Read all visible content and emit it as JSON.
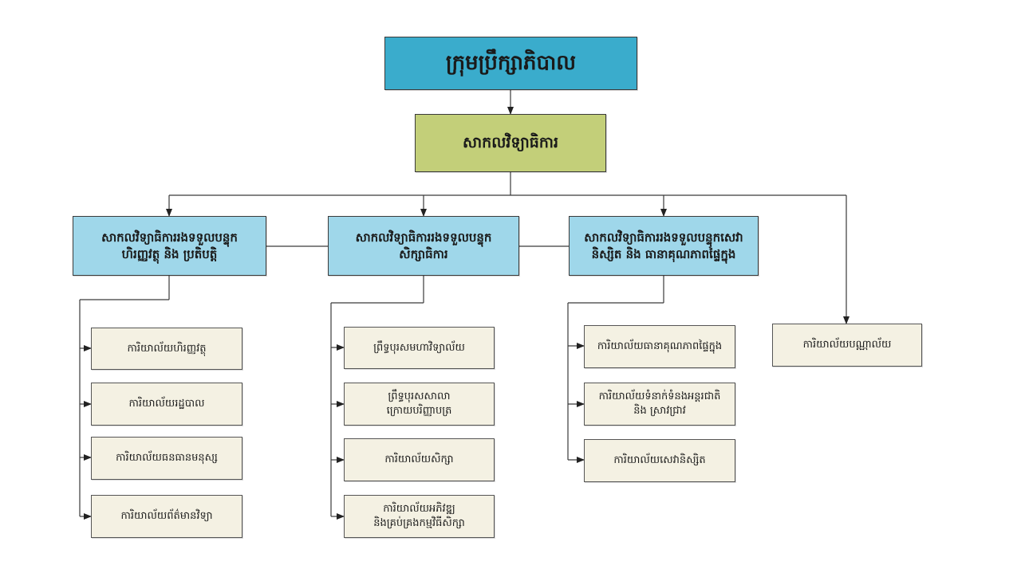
{
  "board": {
    "label": "ក្រុមប្រឹក្សាភិបាល"
  },
  "director": {
    "label": "សាកលវិទ្យាធិការ"
  },
  "deputies": [
    {
      "lines": [
        "សាកលវិទ្យាធិការរងទទួលបន្ទុក",
        "ហិរញ្ញវត្ថុ  និង ប្រតិបត្តិ"
      ],
      "offices": [
        {
          "lines": [
            "ការិយាល័យហិរញ្ញវត្ថុ"
          ]
        },
        {
          "lines": [
            "ការិយាល័យរដ្ឋបាល"
          ]
        },
        {
          "lines": [
            "ការិយាល័យធនធានមនុស្ស"
          ]
        },
        {
          "lines": [
            "ការិយាល័យព័ត៌មានវិទ្យា"
          ]
        }
      ]
    },
    {
      "lines": [
        "សាកលវិទ្យាធិការរងទទួលបន្ទុក",
        "សិក្សាធិការ"
      ],
      "offices": [
        {
          "lines": [
            "ព្រឹទ្ធបុរសមហាវិទ្យាល័យ"
          ]
        },
        {
          "lines": [
            "ព្រឹទ្ធបុរសសាលា",
            "ក្រោយបរិញ្ញាបត្រ"
          ]
        },
        {
          "lines": [
            "ការិយាល័យសិក្សា"
          ]
        },
        {
          "lines": [
            "ការិយាល័យអភិវឌ្ឍ",
            "និងគ្រប់គ្រងកម្មវិធីសិក្សា"
          ]
        }
      ]
    },
    {
      "lines": [
        "សាកលវិទ្យាធិការរងទទួលបន្ទុកសេវា",
        "និស្សិត និង ធានាគុណភាពផ្ទៃក្នុង"
      ],
      "offices": [
        {
          "lines": [
            "ការិយាល័យធានាគុណភាពផ្ទៃក្នុង"
          ]
        },
        {
          "lines": [
            "ការិយាល័យទំនាក់ទំនងអន្តរជាតិ",
            "និង ស្រាវជ្រាវ"
          ]
        },
        {
          "lines": [
            "ការិយាល័យសេវានិស្សិត"
          ]
        }
      ]
    }
  ],
  "standalone_office": {
    "label": "ការិយាល័យបណ្ណាល័យ"
  },
  "colors": {
    "board": "#3aaccc",
    "director": "#c3cf79",
    "deputy": "#9fd7ea",
    "office": "#f4f1e3",
    "line": "#3a3a3a"
  }
}
